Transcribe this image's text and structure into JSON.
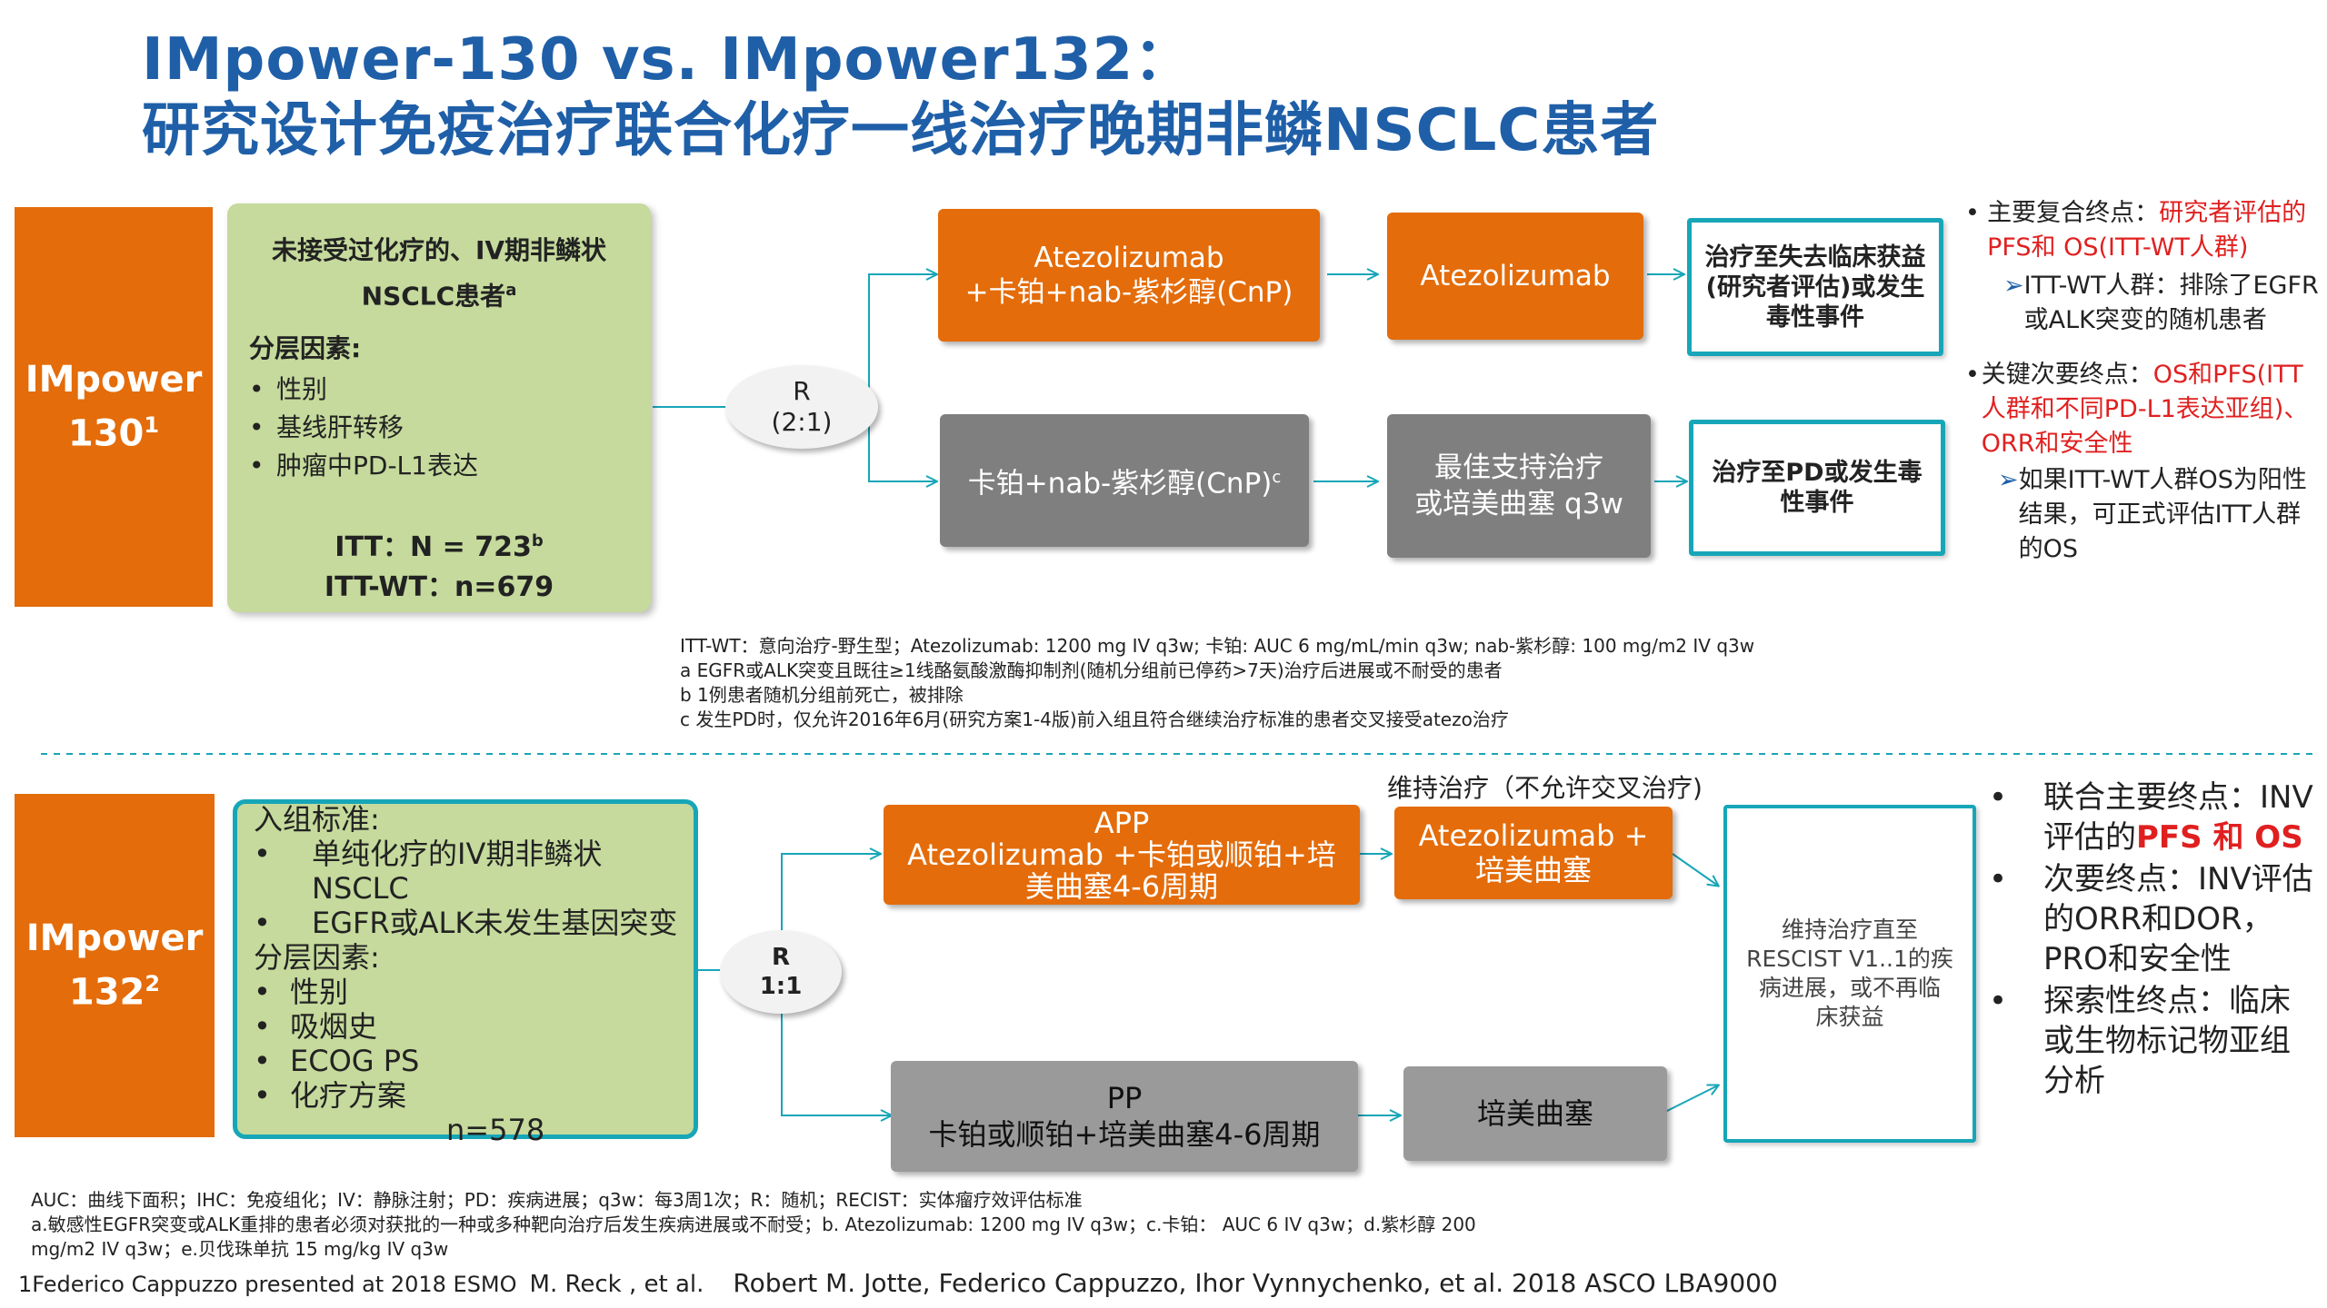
{
  "title": {
    "line1": "IMpower-130 vs. IMpower132：",
    "line2": "研究设计免疫治疗联合化疗一线治疗晚期非鳞NSCLC患者"
  },
  "colors": {
    "title": "#1f5fa8",
    "orange": "#e46c0a",
    "green": "#c5da9c",
    "teal": "#17a6b8",
    "gray": "#7f7f7f",
    "red": "#e02020"
  },
  "trial130": {
    "tag_name": "IMpower",
    "tag_num": "130",
    "tag_sup": "1",
    "population_line1": "未接受过化疗的、IV期非鳞状",
    "population_line2": "NSCLC患者",
    "population_sup": "a",
    "strat_title": "分层因素:",
    "strat_items": [
      "性别",
      "基线肝转移",
      "肿瘤中PD-L1表达"
    ],
    "itt": "ITT：N = 723",
    "itt_sup": "b",
    "itt_wt": "ITT-WT：n=679",
    "random_label": "R",
    "random_ratio": "(2:1)",
    "arm_a_line1": "Atezolizumab",
    "arm_a_line2": "+卡铂+nab-紫杉醇(CnP)",
    "arm_a_maint": "Atezolizumab",
    "arm_a_end_line1": "治疗至失去临床获益",
    "arm_a_end_line2": "(研究者评估)或发生",
    "arm_a_end_line3": "毒性事件",
    "arm_b_label": "卡铂+nab-紫杉醇(CnP)",
    "arm_b_sup": "c",
    "arm_b_maint_line1": "最佳支持治疗",
    "arm_b_maint_line2": "或培美曲塞 q3w",
    "arm_b_end_line1": "治疗至PD或发生毒",
    "arm_b_end_line2": "性事件",
    "endpoints": {
      "primary_label": "主要复合终点：",
      "primary_red": "研究者评估的PFS和 OS(ITT-WT人群)",
      "primary_sub": "ITT-WT人群：排除了EGFR或ALK突变的随机患者",
      "secondary_label": "关键次要终点：",
      "secondary_red": "OS和PFS(ITT人群和不同PD-L1表达亚组)、ORR和安全性",
      "secondary_sub": "如果ITT-WT人群OS为阳性结果，可正式评估ITT人群的OS"
    },
    "notes": [
      "ITT-WT：意向治疗-野生型；Atezolizumab: 1200 mg IV q3w; 卡铂: AUC 6 mg/mL/min q3w; nab-紫杉醇: 100 mg/m2 IV q3w",
      "a EGFR或ALK突变且既往≥1线酪氨酸激酶抑制剂(随机分组前已停药>7天)治疗后进展或不耐受的患者",
      "b 1例患者随机分组前死亡，被排除",
      "c  发生PD时，仅允许2016年6月(研究方案1-4版)前入组且符合继续治疗标准的患者交叉接受atezo治疗"
    ]
  },
  "trial132": {
    "tag_name": "IMpower",
    "tag_num": "132",
    "tag_sup": "2",
    "inclusion_title": "入组标准:",
    "inclusion_items": [
      "单纯化疗的IV期非鳞状NSCLC",
      "EGFR或ALK未发生基因突变"
    ],
    "strat_title": "分层因素:",
    "strat_items": [
      "性别",
      "吸烟史",
      "ECOG PS",
      "化疗方案"
    ],
    "n": "n=578",
    "random_label": "R",
    "random_ratio": "1:1",
    "maint_header": "维持治疗（不允许交叉治疗)",
    "app_title": "APP",
    "app_line1": "Atezolizumab +卡铂或顺铂+培",
    "app_line2": "美曲塞4-6周期",
    "app_maint_line1": "Atezolizumab +",
    "app_maint_line2": "培美曲塞",
    "pp_title": "PP",
    "pp_line1": "卡铂或顺铂+培美曲塞4-6周期",
    "pp_maint": "培美曲塞",
    "end_line1": "维持治疗直至",
    "end_line2": "RESCIST V1..1的疾",
    "end_line3": "病进展，或不再临",
    "end_line4": "床获益",
    "endpoints": {
      "primary_prefix": "联合主要终点：INV评估的",
      "primary_red": "PFS 和 OS",
      "secondary": "次要终点：INV评估的ORR和DOR，PRO和安全性",
      "exploratory": "探索性终点：临床或生物标记物亚组分析"
    },
    "notes": [
      "AUC：曲线下面积；IHC：免疫组化；IV：静脉注射；PD：疾病进展；q3w：每3周1次；R：随机；RECIST：实体瘤疗效评估标准",
      "a.敏感性EGFR突变或ALK重排的患者必须对获批的一种或多种靶向治疗后发生疾病进展或不耐受；b. Atezolizumab: 1200 mg IV q3w；c.卡铂：  AUC 6 IV q3w；d.紫杉醇 200",
      "mg/m2 IV q3w；e.贝伐珠单抗 15 mg/kg IV q3w"
    ]
  },
  "references": {
    "ref1": "1Federico Cappuzzo presented at 2018 ESMO",
    "ref2": "M. Reck , et al.",
    "ref3": "Robert M. Jotte, Federico Cappuzzo, Ihor Vynnychenko, et al. 2018 ASCO LBA9000"
  }
}
